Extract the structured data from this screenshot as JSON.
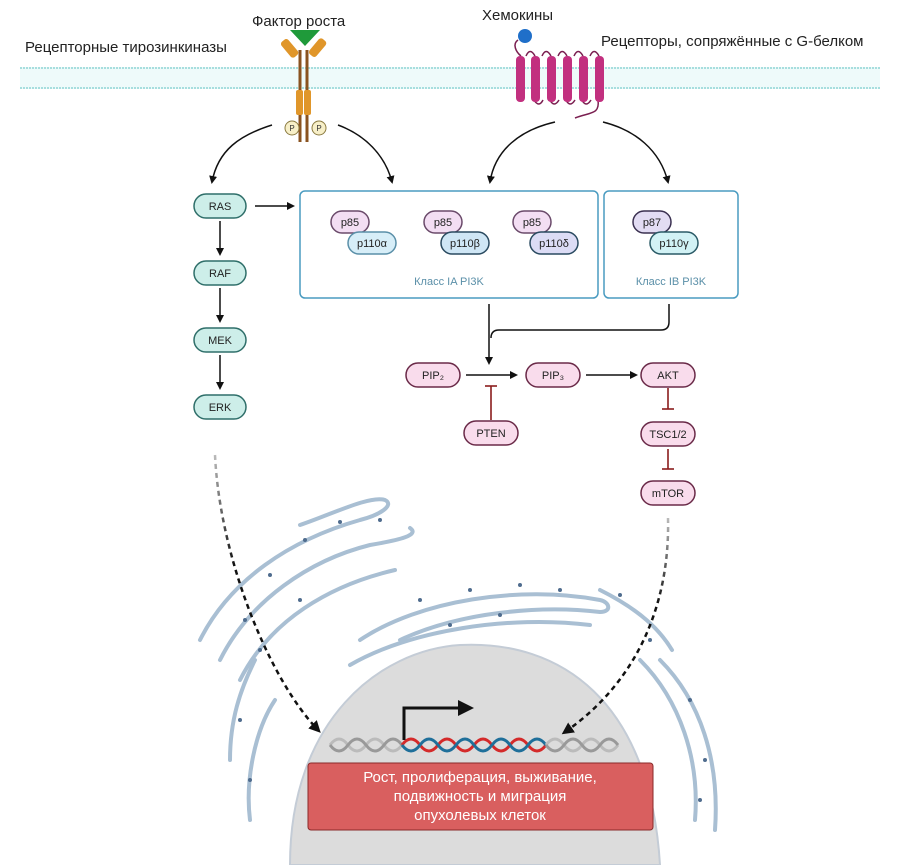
{
  "labels": {
    "growth_factor": "Фактор роста",
    "rtk": "Рецепторные тирозинкиназы",
    "chemokines": "Хемокины",
    "gpcr": "Рецепторы, сопряжённые с G-белком"
  },
  "phospho": [
    "P",
    "P"
  ],
  "mapk_pathway": [
    "RAS",
    "RAF",
    "MEK",
    "ERK"
  ],
  "pi3k_class_ia": {
    "label": "Класс IA PI3K",
    "complexes": [
      {
        "regulatory": "p85",
        "catalytic": "p110α"
      },
      {
        "regulatory": "p85",
        "catalytic": "p110β"
      },
      {
        "regulatory": "p85",
        "catalytic": "p110δ"
      }
    ]
  },
  "pi3k_class_ib": {
    "label": "Класс IB PI3K",
    "complexes": [
      {
        "regulatory": "p87",
        "catalytic": "p110γ"
      }
    ]
  },
  "pi3k_pathway": {
    "pip2": "PIP₂",
    "pip3": "PIP₃",
    "pten": "PTEN",
    "akt": "AKT",
    "tsc": "TSC1/2",
    "mtor": "mTOR"
  },
  "outcome": {
    "lines": [
      "Рост, пролиферация, выживание,",
      "подвижность и миграция",
      "опухолевых клеток"
    ]
  },
  "colors": {
    "mapk_fill": "#cdeee9",
    "mapk_stroke": "#2f6f6a",
    "pi3k_fill": "#f9dcec",
    "pi3k_stroke": "#6a2a48",
    "box_stroke": "#4a9bc0",
    "gpcr": "#c2307f",
    "growth_factor": "#1f9a3a",
    "rtk": "#e0962a",
    "chemokine": "#1f6fc9",
    "inhibit": "#8a1c1c",
    "outcome_fill": "#d95f5f",
    "nucleus": "#dcdcdc",
    "er": "#a9bfd3"
  }
}
